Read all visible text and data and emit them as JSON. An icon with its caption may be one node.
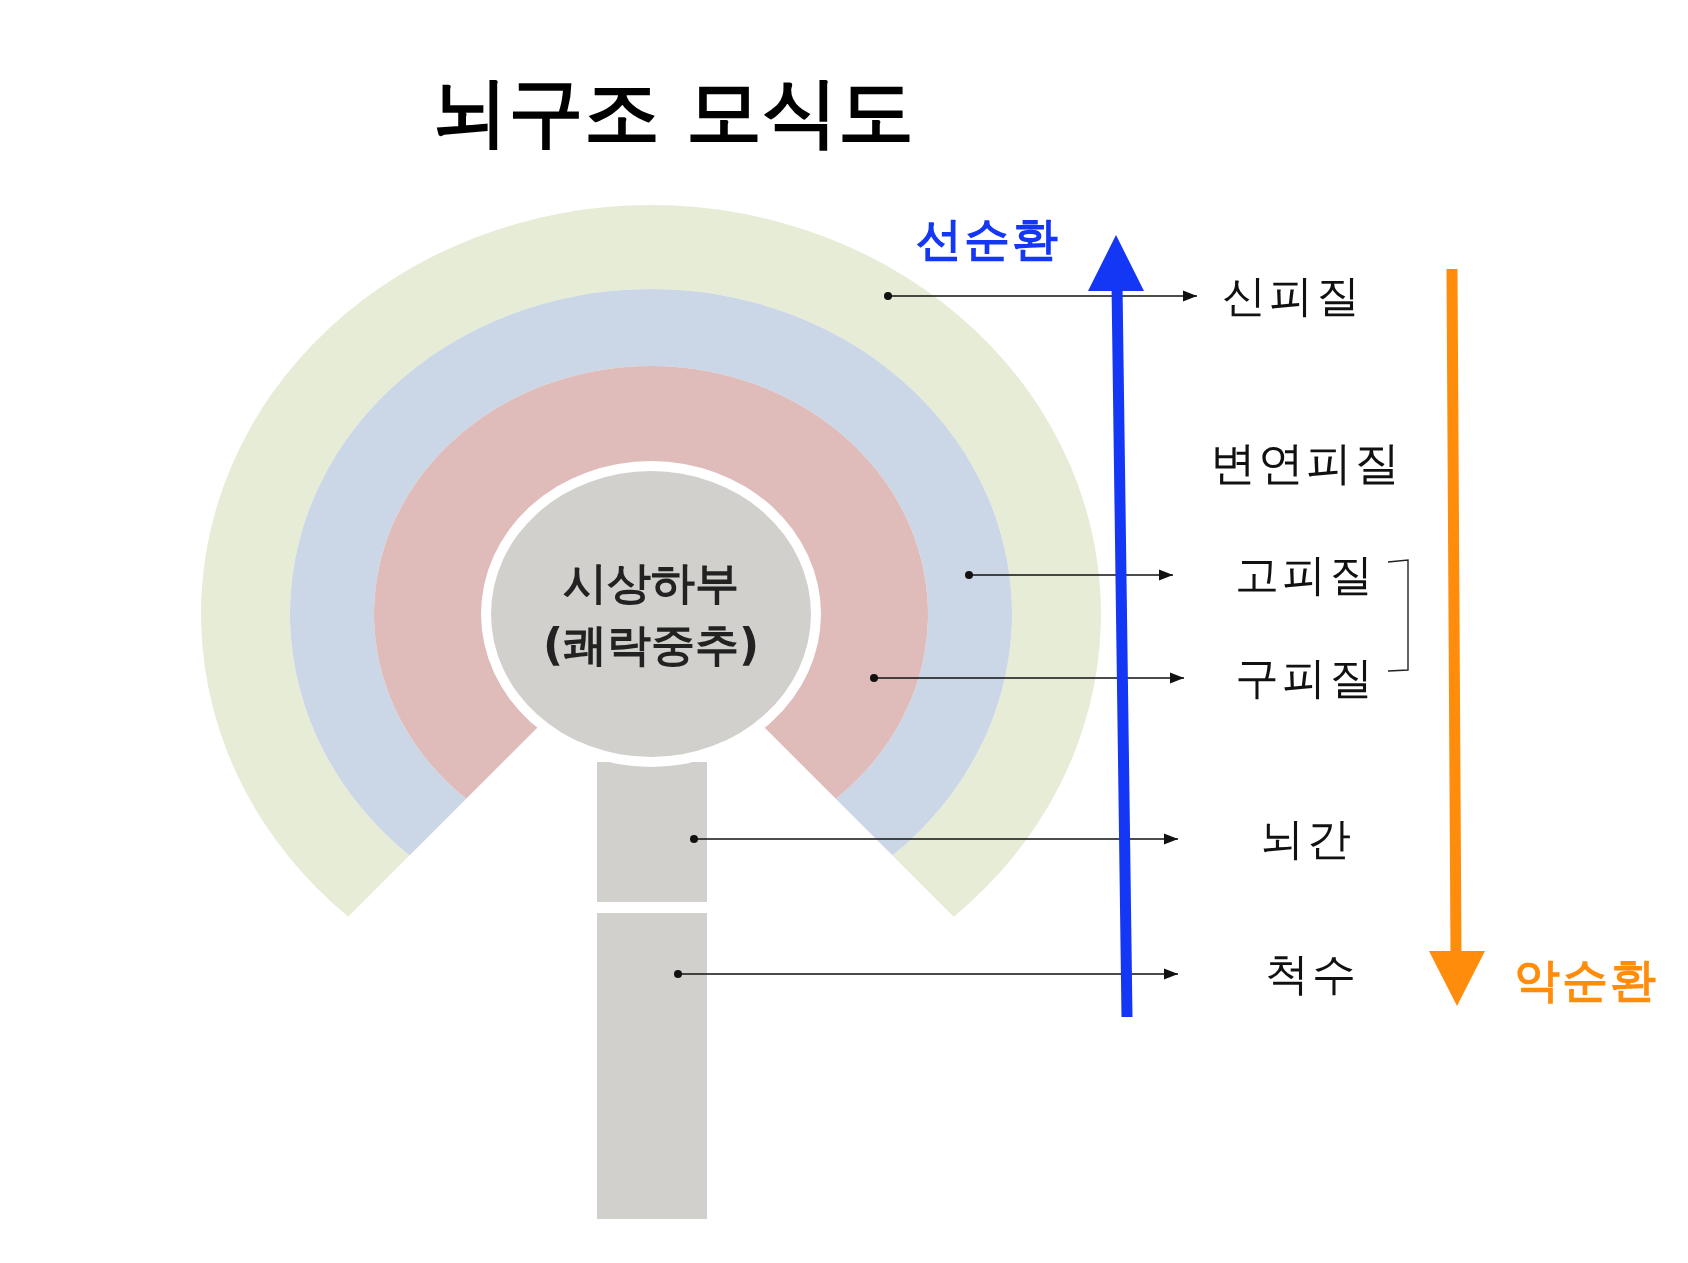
{
  "diagram": {
    "title": "뇌구조 모식도",
    "nodes": [
      {
        "text": [],
        "shape": "arc"
      },
      {
        "text": [],
        "shape": "arc"
      },
      {
        "text": [],
        "shape": "arc"
      },
      {
        "text": [
          "시상하부 (쾌락중추)"
        ]
      },
      {
        "text": [],
        "shape": "box"
      },
      {
        "text": [],
        "shape": "box"
      },
      {
        "text": [
          "신피질"
        ]
      },
      {
        "text": [
          "고피질"
        ]
      },
      {
        "text": [
          "구피질"
        ]
      },
      {
        "text": [
          "뇌간"
        ]
      },
      {
        "text": [
          "척수"
        ]
      }
    ],
    "edges": [
      {
        "from": 0,
        "to": 6,
        "arrow": "to"
      },
      {
        "from": 1,
        "to": 7,
        "arrow": "to"
      },
      {
        "from": 2,
        "to": 8,
        "arrow": "to"
      },
      {
        "from": 4,
        "to": 9,
        "arrow": "to"
      },
      {
        "from": 5,
        "to": 10,
        "arrow": "to"
      }
    ],
    "labels": [
      "선순환",
      "변연피질",
      "악순환"
    ]
  }
}
